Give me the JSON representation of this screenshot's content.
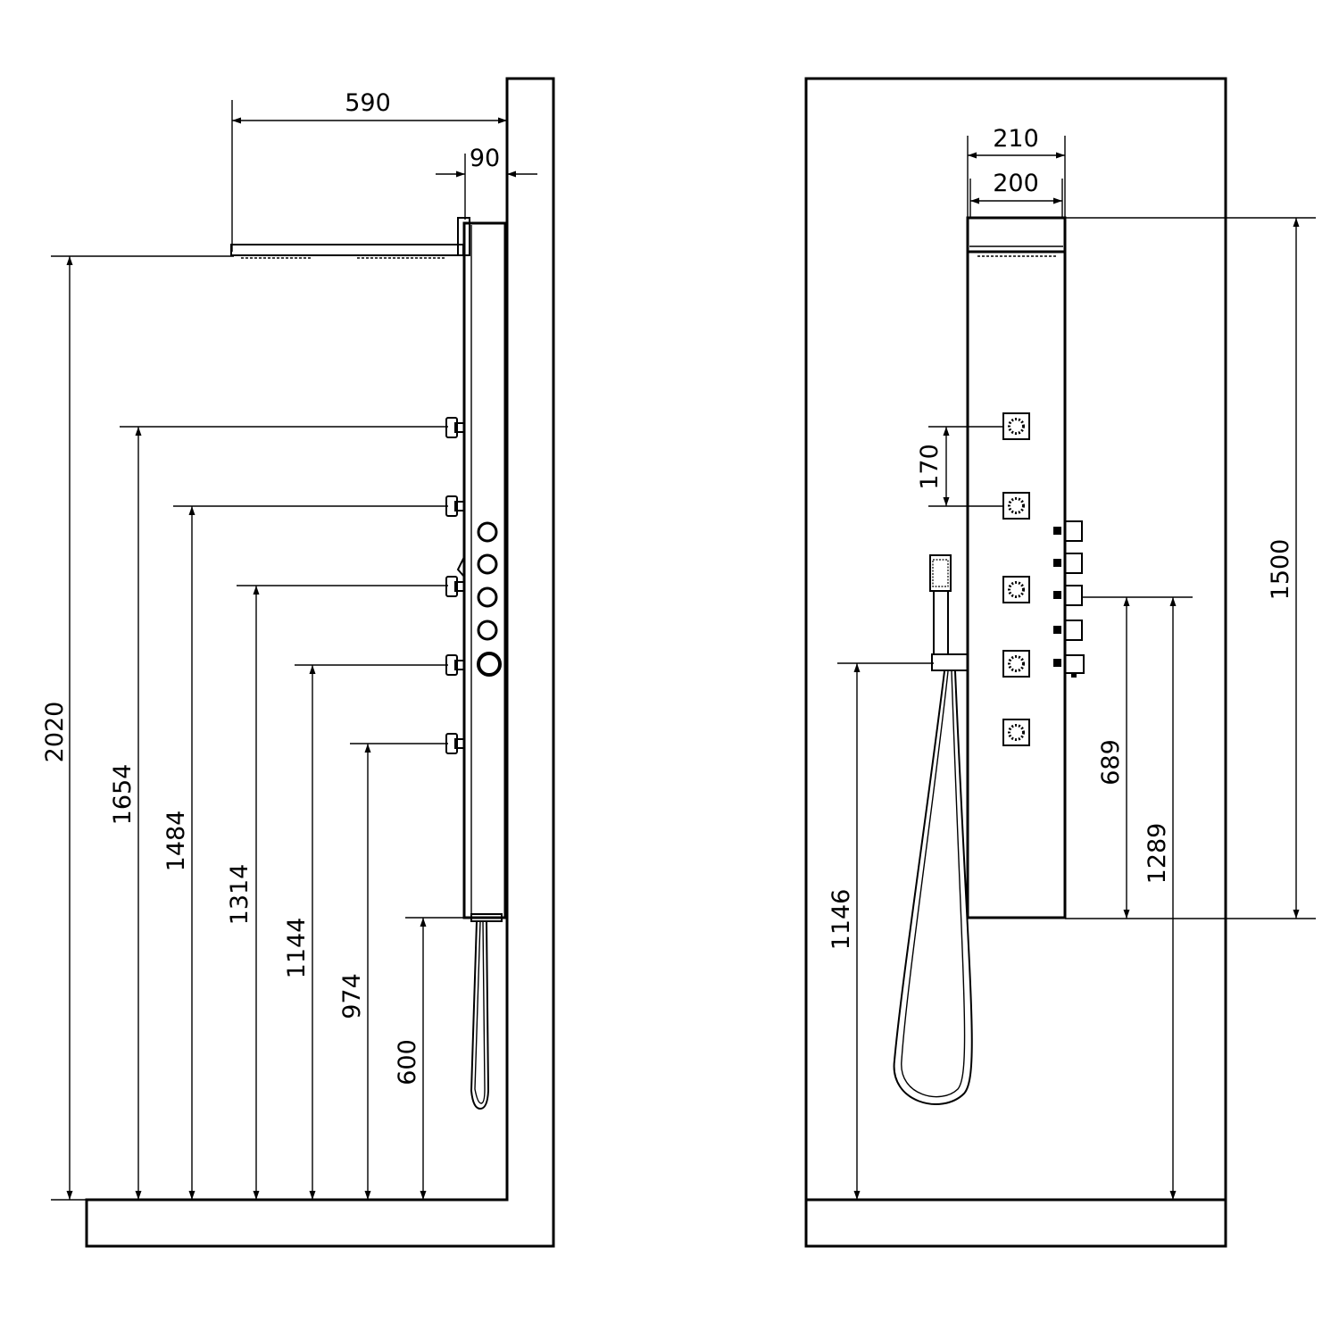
{
  "side_view": {
    "dimensions": {
      "head_projection": "590",
      "panel_depth": "90",
      "head_height": "2020",
      "jet_1": "1654",
      "jet_2": "1484",
      "jet_3": "1314",
      "jet_4": "1144",
      "jet_5": "974",
      "panel_bottom": "600"
    }
  },
  "front_view": {
    "dimensions": {
      "head_width": "210",
      "panel_width": "200",
      "jet_spacing": "170",
      "panel_height": "1500",
      "valve_from_bottom": "689",
      "valve_height": "1289",
      "hand_shower_height": "1146"
    }
  }
}
